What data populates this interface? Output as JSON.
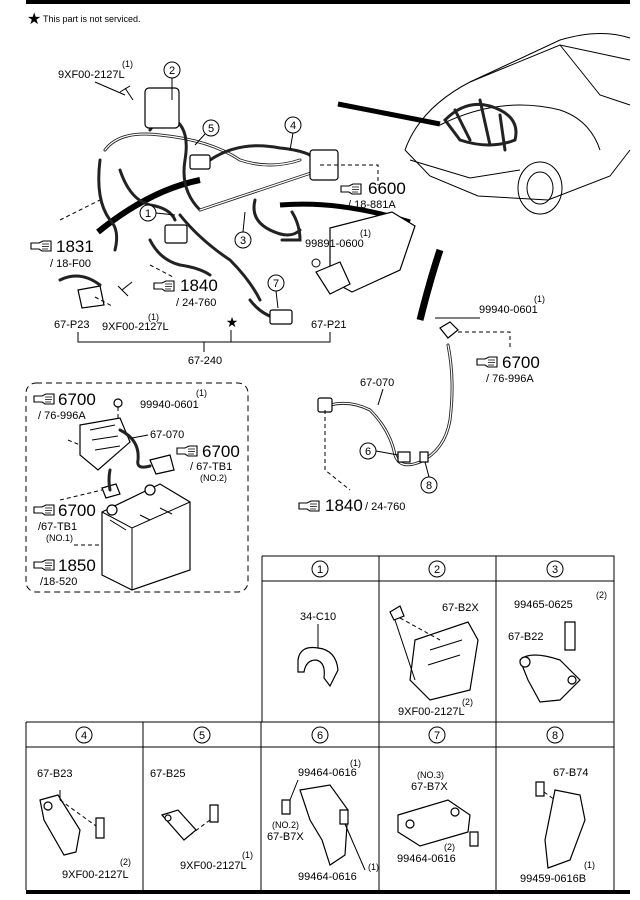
{
  "note": "This part is not serviced.",
  "main": {
    "callouts": [
      "1",
      "2",
      "3",
      "4",
      "5",
      "7"
    ],
    "labels": {
      "p2127_top_qty": "(1)",
      "p2127_top": "9XF00-2127L",
      "p2127_mid_qty": "(1)",
      "p2127_mid": "9XF00-2127L",
      "p0600_qty": "(1)",
      "p0600": "99891-0600",
      "p67P23": "67-P23",
      "p67P21": "67-P21",
      "p67240": "67-240"
    },
    "refs": [
      {
        "num": "1831",
        "sub": "/ 18-F00"
      },
      {
        "num": "1840",
        "sub": "/ 24-760"
      },
      {
        "num": "6600",
        "sub": "/ 18-881A"
      }
    ]
  },
  "cable": {
    "labels": {
      "p0601_qty": "(1)",
      "p0601": "99940-0601",
      "p67070": "67-070"
    },
    "callouts": [
      "6",
      "8"
    ],
    "refs": [
      {
        "num": "6700",
        "sub": "/ 76-996A"
      },
      {
        "num": "1840",
        "sub": "/ 24-760"
      }
    ]
  },
  "battery": {
    "labels": {
      "p0601_qty": "(1)",
      "p0601": "99940-0601",
      "p67070": "67-070"
    },
    "refs": [
      {
        "num": "6700",
        "sub": "/ 76-996A"
      },
      {
        "num": "6700",
        "sub": "/ 67-TB1",
        "note": "(NO.2)"
      },
      {
        "num": "6700",
        "sub": "/67-TB1",
        "note": "(NO.1)"
      },
      {
        "num": "1850",
        "sub": "/18-520"
      }
    ]
  },
  "table": {
    "headers": [
      "1",
      "2",
      "3",
      "4",
      "5",
      "6",
      "7",
      "8"
    ],
    "cells": {
      "c1": {
        "a": "34-C10"
      },
      "c2": {
        "a": "67-B2X",
        "b_qty": "(2)",
        "b": "9XF00-2127L"
      },
      "c3": {
        "a_qty": "(2)",
        "a": "99465-0625",
        "b": "67-B22"
      },
      "c4": {
        "a": "67-B23",
        "b_qty": "(2)",
        "b": "9XF00-2127L"
      },
      "c5": {
        "a": "67-B25",
        "b_qty": "(1)",
        "b": "9XF00-2127L"
      },
      "c6": {
        "a_qty": "(1)",
        "a": "99464-0616",
        "note": "(NO.2)",
        "b": "67-B7X",
        "c_qty": "(1)",
        "c": "99464-0616"
      },
      "c7": {
        "note": "(NO.3)",
        "a": "67-B7X",
        "b_qty": "(2)",
        "b": "99464-0616"
      },
      "c8": {
        "a": "67-B74",
        "b_qty": "(1)",
        "b": "99459-0616B"
      }
    }
  }
}
